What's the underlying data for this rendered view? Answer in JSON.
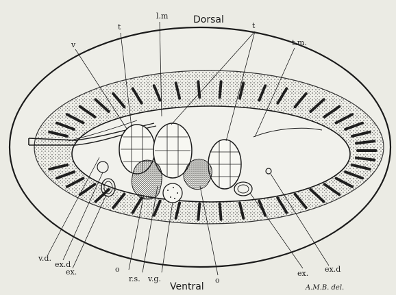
{
  "orientation": {
    "dorsal": "Dorsal",
    "ventral": "Ventral"
  },
  "labels": {
    "v": "v",
    "t_left": "t",
    "lm": "l.m",
    "t_right": "t",
    "tm": "t.m.",
    "vd": "v.d.",
    "exd_left": "ex.d",
    "ex_left": "ex.",
    "o_left": "o",
    "rs": "r.s.",
    "vg": "v.g.",
    "o_right": "o",
    "ex_right": "ex.",
    "exd_right": "ex.d"
  },
  "signature": "A.M.B. del.",
  "colors": {
    "ink": "#1b1b1b",
    "paper": "#ebebe4",
    "stipple": "#3a3a3a"
  }
}
